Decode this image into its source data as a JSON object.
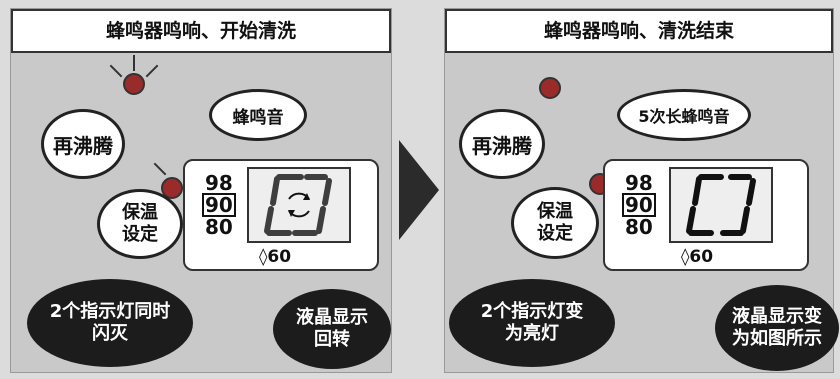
{
  "left_panel": {
    "title": "蜂鸣器鸣响、开始清洗",
    "reboil_button": "再沸腾",
    "keep_warm_button_line1": "保温",
    "keep_warm_button_line2": "设定",
    "speech": "蜂鸣音",
    "temps": [
      "98",
      "90",
      "80"
    ],
    "selected_temp": "90",
    "water_level": "60",
    "caption_left_line1": "2个指示灯同时",
    "caption_left_line2": "闪灭",
    "caption_right_line1": "液晶显示",
    "caption_right_line2": "回转"
  },
  "right_panel": {
    "title": "蜂鸣器鸣响、清洗结束",
    "reboil_button": "再沸腾",
    "keep_warm_button_line1": "保温",
    "keep_warm_button_line2": "设定",
    "speech": "5次长蜂鸣音",
    "temps": [
      "98",
      "90",
      "80"
    ],
    "selected_temp": "90",
    "water_level": "60",
    "caption_left_line1": "2个指示灯变",
    "caption_left_line2": "为亮灯",
    "caption_right_line1": "液晶显示变",
    "caption_right_line2": "为如图所示"
  },
  "colors": {
    "lamp": "#9a2b2b",
    "oval": "#1c1c1c",
    "panel": "#c9c9c9"
  },
  "icons": {
    "water_drop": "water-drop-icon",
    "rotate": "rotate-arrows-icon"
  }
}
